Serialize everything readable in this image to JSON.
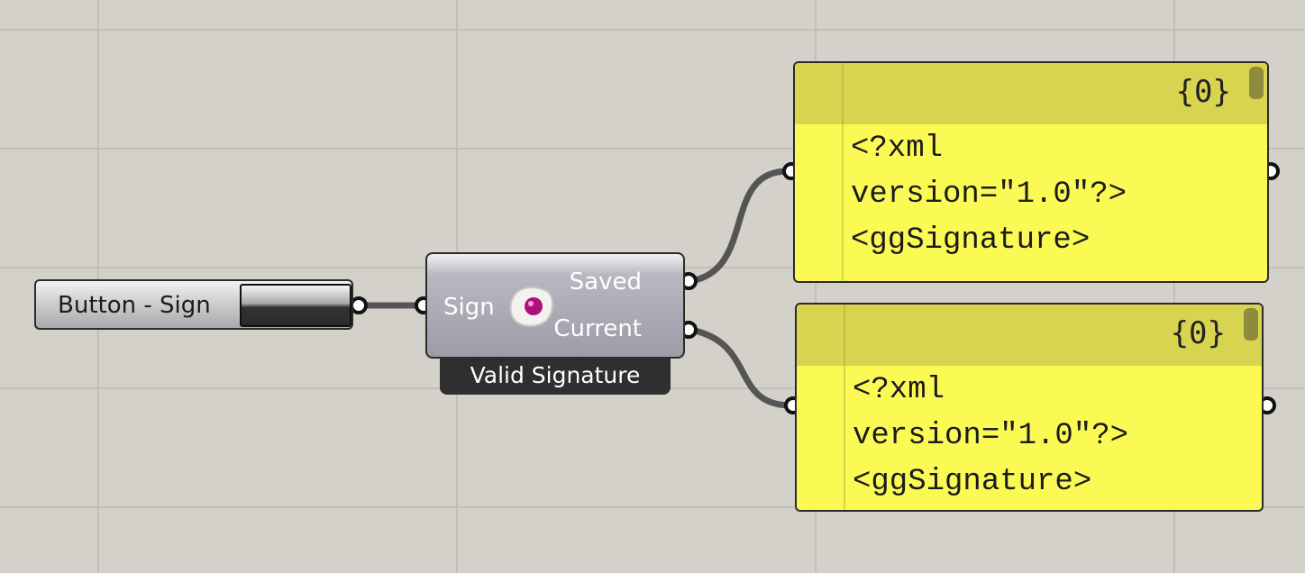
{
  "button_component": {
    "label": "Button - Sign"
  },
  "valid_signature": {
    "input": "Sign",
    "outputs": [
      "Saved",
      "Current"
    ],
    "title": "Valid Signature"
  },
  "panels": [
    {
      "index": "{0}",
      "lines": [
        "<?xml",
        "version=\"1.0\"?>",
        "<ggSignature>"
      ]
    },
    {
      "index": "{0}",
      "lines": [
        "<?xml",
        "version=\"1.0\"?>",
        "<ggSignature>"
      ]
    }
  ],
  "colors": {
    "canvas": "#d4d0ca",
    "panel_fill": "#fbfa55",
    "panel_header": "#d9d450",
    "wire": "#555555"
  }
}
